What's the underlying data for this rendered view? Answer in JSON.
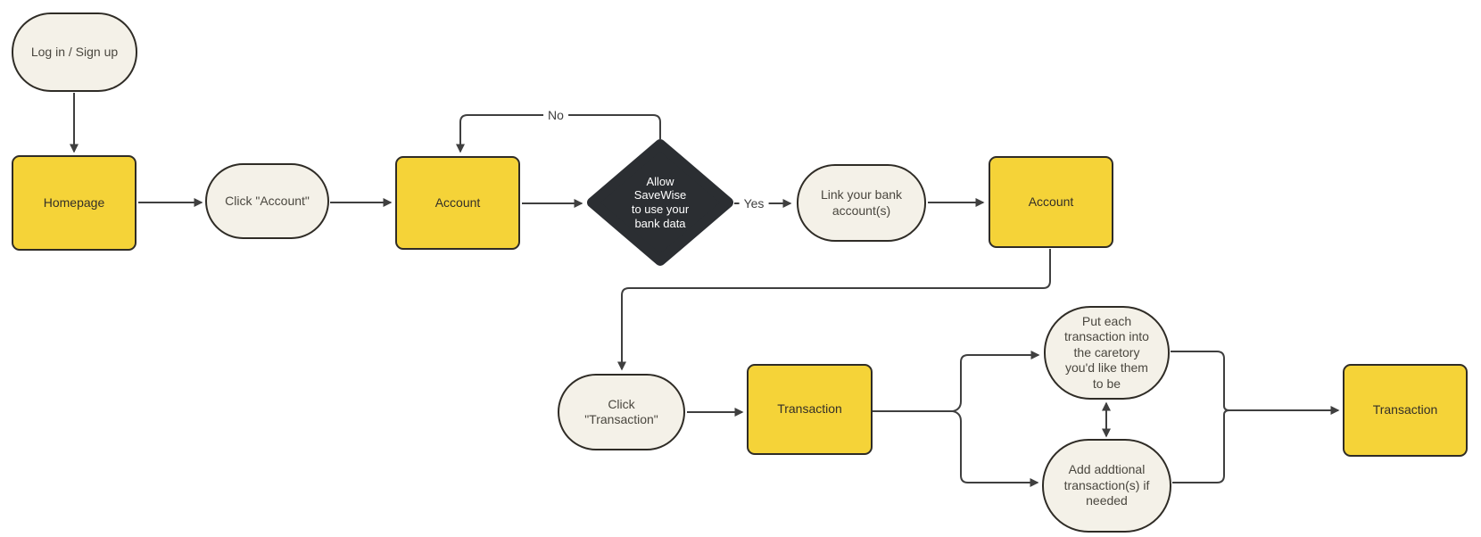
{
  "colors": {
    "node_yellow": "#F5D338",
    "node_cream": "#F4F1E8",
    "node_dark": "#2B2E32",
    "border": "#2F2C26",
    "connector": "#3F3F3F",
    "canvas_bg": "#FFFFFF",
    "text_dark": "#332F28",
    "text_gray": "#4A473F",
    "text_light": "#FFFFFF"
  },
  "nodes": {
    "login": {
      "label": "Log in / Sign up",
      "shape": "terminator"
    },
    "homepage": {
      "label": "Homepage",
      "shape": "process"
    },
    "click_account": {
      "label": "Click \"Account\"",
      "shape": "terminator"
    },
    "account_1": {
      "label": "Account",
      "shape": "process"
    },
    "allow_bank": {
      "label": "Allow\nSaveWise\nto use your\nbank data",
      "shape": "decision"
    },
    "link_bank": {
      "label": "Link your bank\naccount(s)",
      "shape": "terminator"
    },
    "account_2": {
      "label": "Account",
      "shape": "process"
    },
    "click_transaction": {
      "label": "Click\n\"Transaction\"",
      "shape": "terminator"
    },
    "transaction_1": {
      "label": "Transaction",
      "shape": "process"
    },
    "categorize": {
      "label": "Put each\ntransaction into\nthe caretory\nyou'd like them\nto be",
      "shape": "terminator"
    },
    "add_more": {
      "label": "Add addtional\ntransaction(s) if\nneeded",
      "shape": "terminator"
    },
    "transaction_2": {
      "label": "Transaction",
      "shape": "process"
    }
  },
  "edge_labels": {
    "no": "No",
    "yes": "Yes"
  }
}
